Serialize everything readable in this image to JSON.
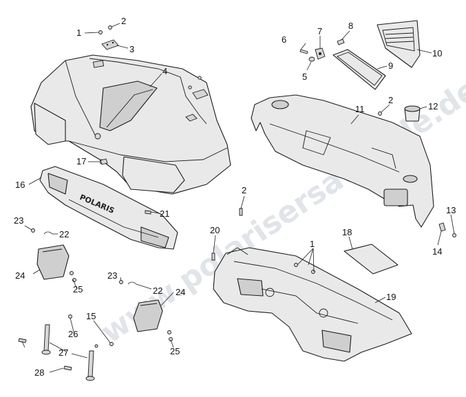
{
  "watermark": "www.polarisersatzteile.de",
  "callouts": {
    "c1a": "1",
    "c2a": "2",
    "c3": "3",
    "c4": "4",
    "c5": "5",
    "c6": "6",
    "c7": "7",
    "c8": "8",
    "c9": "9",
    "c10": "10",
    "c11": "11",
    "c2b": "2",
    "c12": "12",
    "c13": "13",
    "c14": "14",
    "c16": "16",
    "c17": "17",
    "c2c": "2",
    "c21": "21",
    "c23a": "23",
    "c22a": "22",
    "c20": "20",
    "c1b": "1",
    "c18": "18",
    "c24a": "24",
    "c25a": "25",
    "c23b": "23",
    "c22b": "22",
    "c24b": "24",
    "c15": "15",
    "c19": "19",
    "c26": "26",
    "c27": "27",
    "c25b": "25",
    "c28": "28"
  },
  "brand_mark": "POLARIS"
}
